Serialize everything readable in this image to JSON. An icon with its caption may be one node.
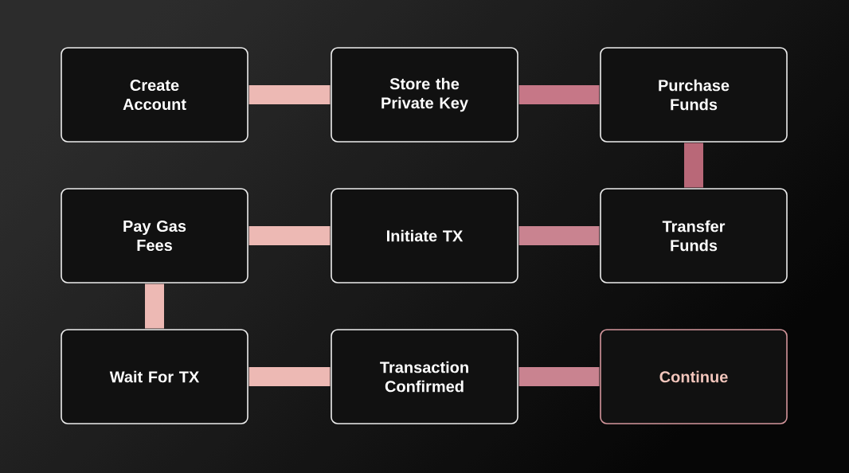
{
  "diagram": {
    "nodes": [
      {
        "text": [
          "Create Account"
        ]
      },
      {
        "text": [
          "Store the Private Key"
        ]
      },
      {
        "text": [
          "Purchase Funds"
        ]
      },
      {
        "text": [
          "Pay Gas Fees"
        ]
      },
      {
        "text": [
          "Initiate TX"
        ]
      },
      {
        "text": [
          "Transfer Funds"
        ]
      },
      {
        "text": [
          "Wait For TX"
        ]
      },
      {
        "text": [
          "Transaction Confirmed"
        ]
      },
      {
        "text": [
          "Continue"
        ]
      }
    ],
    "edges": [
      {
        "from": 0,
        "to": 1,
        "arrow": "none"
      },
      {
        "from": 1,
        "to": 2,
        "arrow": "none",
        "color": "#c67787"
      },
      {
        "from": 2,
        "to": 5,
        "arrow": "none",
        "color": "#b96878"
      },
      {
        "from": 5,
        "to": 4,
        "arrow": "none",
        "color": "#c98390"
      },
      {
        "from": 4,
        "to": 3,
        "arrow": "none"
      },
      {
        "from": 3,
        "to": 6,
        "arrow": "none"
      },
      {
        "from": 6,
        "to": 7,
        "arrow": "none"
      },
      {
        "from": 7,
        "to": 8,
        "arrow": "none",
        "color": "#c98390"
      }
    ]
  }
}
